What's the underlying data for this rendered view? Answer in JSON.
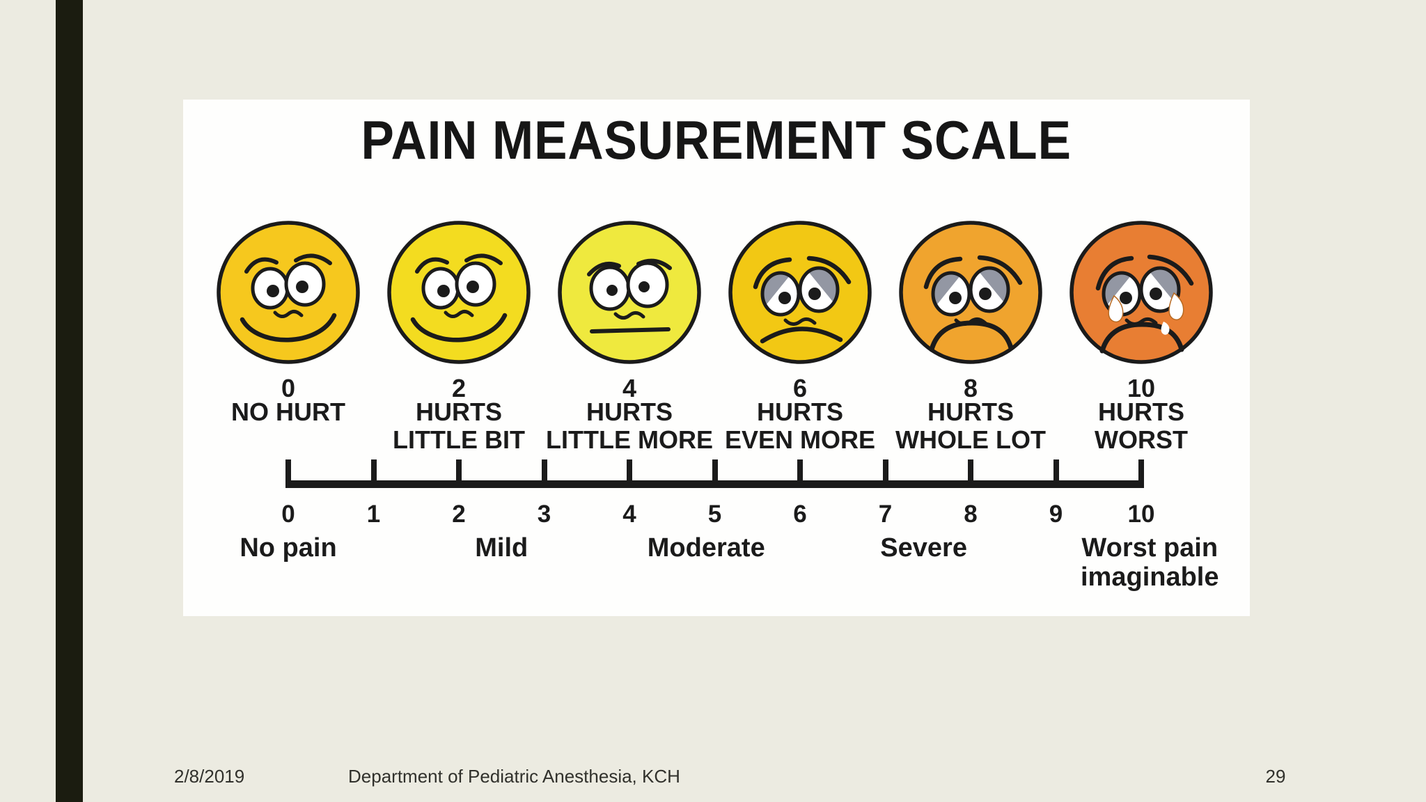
{
  "slide": {
    "footer": {
      "date": "2/8/2019",
      "department": "Department of Pediatric Anesthesia, KCH",
      "page_number": "29"
    }
  },
  "theme": {
    "background": "#ECEBE1",
    "accent_bar": "#1B1C10",
    "panel": "#FEFEFD",
    "outline": "#1B1B1B",
    "eyelid_gray": "#9397A3",
    "tear_white": "#FFFFFF",
    "footer_text": "#31312C"
  },
  "scale": {
    "title": "PAIN MEASUREMENT SCALE",
    "faces": [
      {
        "value": "0",
        "label_lines": [
          "NO HURT"
        ],
        "expression": "happy",
        "color": "#F6C81E"
      },
      {
        "value": "2",
        "label_lines": [
          "HURTS",
          "LITTLE BIT"
        ],
        "expression": "happy",
        "color": "#F3DC20"
      },
      {
        "value": "4",
        "label_lines": [
          "HURTS",
          "LITTLE MORE"
        ],
        "expression": "neutral",
        "color": "#EFE93E"
      },
      {
        "value": "6",
        "label_lines": [
          "HURTS",
          "EVEN MORE"
        ],
        "expression": "sad",
        "color": "#F2C814"
      },
      {
        "value": "8",
        "label_lines": [
          "HURTS",
          "WHOLE LOT"
        ],
        "expression": "very-sad",
        "color": "#F0A42E"
      },
      {
        "value": "10",
        "label_lines": [
          "HURTS",
          "WORST"
        ],
        "expression": "crying",
        "color": "#E87E33"
      }
    ],
    "ruler": {
      "min": 0,
      "max": 10,
      "tick_labels": [
        "0",
        "1",
        "2",
        "3",
        "4",
        "5",
        "6",
        "7",
        "8",
        "9",
        "10"
      ],
      "severity_labels": [
        {
          "text": "No pain",
          "position": 0
        },
        {
          "text": "Mild",
          "position": 2.5
        },
        {
          "text": "Moderate",
          "position": 4.9
        },
        {
          "text": "Severe",
          "position": 7.45
        },
        {
          "text": "Worst pain\nimaginable",
          "position": 10.1
        }
      ]
    }
  }
}
